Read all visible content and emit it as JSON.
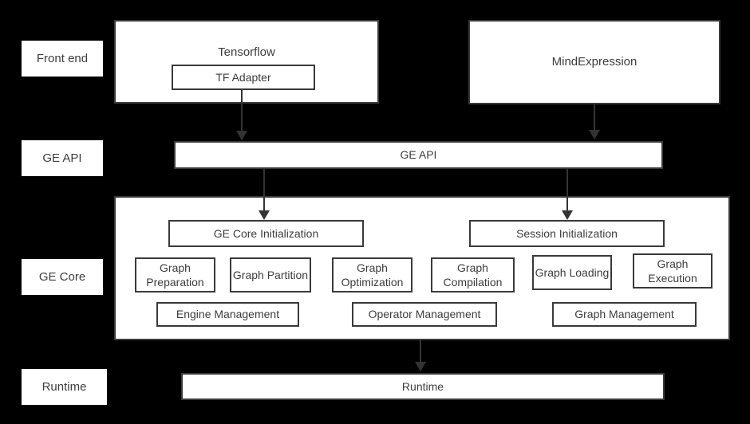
{
  "colors": {
    "background": "#000000",
    "box_fill": "#ffffff",
    "box_border": "#3a3a3a",
    "text": "#3d3d3d",
    "arrow": "#333333"
  },
  "side_labels": [
    {
      "label": "Front end"
    },
    {
      "label": "GE API"
    },
    {
      "label": "GE Core"
    },
    {
      "label": "Runtime"
    }
  ],
  "front_end": {
    "tensorflow_label": "Tensorflow",
    "tf_adapter_label": "TF Adapter",
    "mindexpression_label": "MindExpression"
  },
  "ge_api": {
    "label": "GE API"
  },
  "ge_core": {
    "init_boxes": [
      {
        "label": "GE Core Initialization"
      },
      {
        "label": "Session Initialization"
      }
    ],
    "function_boxes": [
      {
        "label": "Graph Preparation"
      },
      {
        "label": "Graph Partition"
      },
      {
        "label": "Graph Optimization"
      },
      {
        "label": "Graph Compilation"
      },
      {
        "label": "Graph Loading"
      },
      {
        "label": "Graph Execution"
      }
    ],
    "management_boxes": [
      {
        "label": "Engine Management"
      },
      {
        "label": "Operator Management"
      },
      {
        "label": "Graph Management"
      }
    ]
  },
  "runtime": {
    "label": "Runtime"
  }
}
